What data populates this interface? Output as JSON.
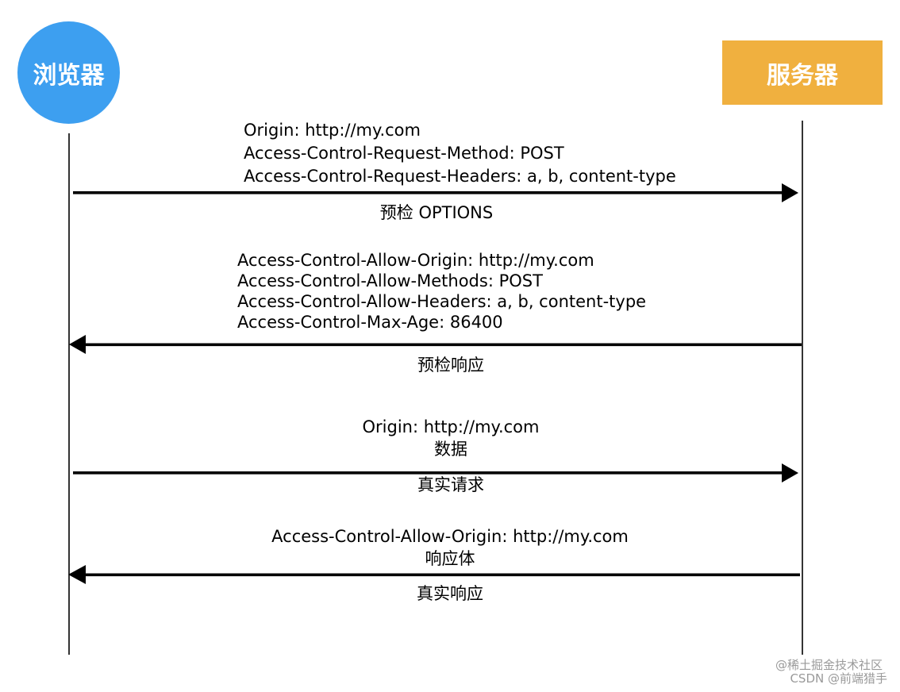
{
  "actors": {
    "browser": "浏览器",
    "server": "服务器"
  },
  "colors": {
    "browser": "#3d9ff0",
    "server": "#f0b03f"
  },
  "messages": {
    "preflight_request": {
      "lines": [
        "Origin: http://my.com",
        "Access-Control-Request-Method: POST",
        "Access-Control-Request-Headers: a, b, content-type"
      ],
      "label": "预检 OPTIONS"
    },
    "preflight_response": {
      "lines": [
        "Access-Control-Allow-Origin: http://my.com",
        "Access-Control-Allow-Methods: POST",
        "Access-Control-Allow-Headers: a, b, content-type",
        "Access-Control-Max-Age: 86400"
      ],
      "label": "预检响应"
    },
    "real_request": {
      "lines": [
        "Origin: http://my.com",
        "数据"
      ],
      "label": "真实请求"
    },
    "real_response": {
      "lines": [
        "Access-Control-Allow-Origin: http://my.com",
        "响应体"
      ],
      "label": "真实响应"
    }
  },
  "watermark": {
    "line1": "@稀土掘金技术社区",
    "line2": "CSDN @前端猎手"
  }
}
